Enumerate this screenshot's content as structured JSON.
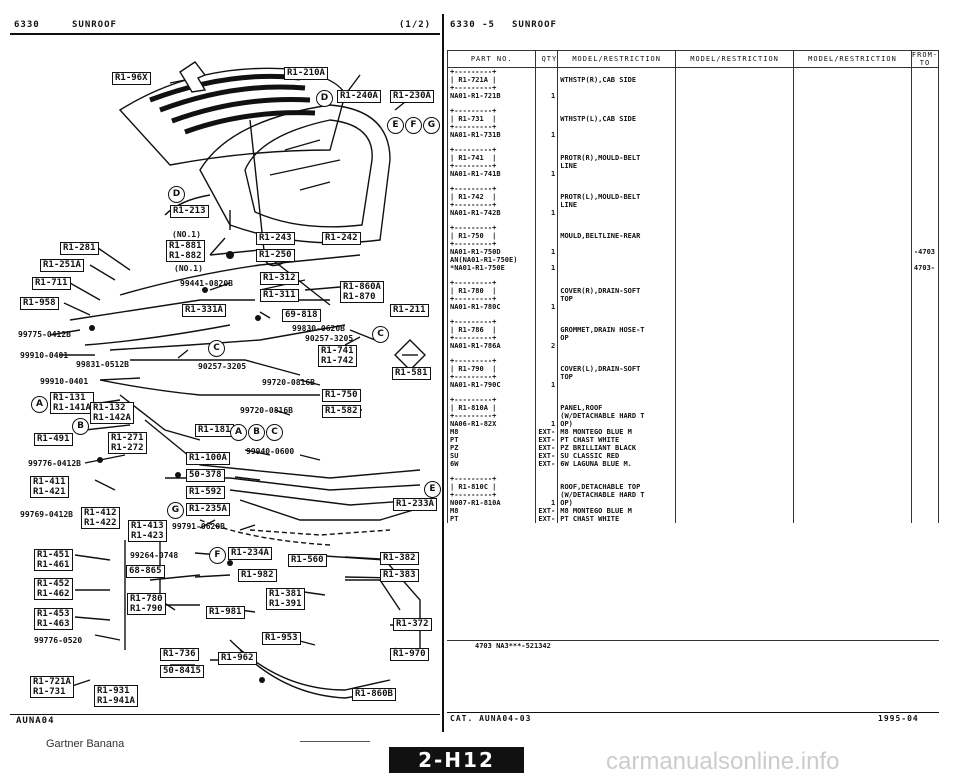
{
  "left_header": {
    "code": "6330",
    "title": "SUNROOF",
    "page": "(1/2)"
  },
  "right_header": {
    "code": "6330 -5",
    "title": "SUNROOF"
  },
  "left_footer": "AUNA04",
  "right_footer_left": "CAT. AUNA04-03",
  "right_footer_right": "1995-04",
  "watermark_left": "Gartner Banana",
  "page_badge": "2-H12",
  "watermark_right": "carmanualsonline.info",
  "callouts": {
    "r96x": "R1-96X",
    "r210a": "R1-210A",
    "r240a": "R1-240A",
    "r230a": "R1-230A",
    "r213": "R1-213",
    "r243": "R1-243",
    "r242": "R1-242",
    "r250": "R1-250",
    "r281": "R1-281",
    "r251a": "R1-251A",
    "r711": "R1-711",
    "r958": "R1-958",
    "r881": "R1-881\nR1-882",
    "r312": "R1-312",
    "r311": "R1-311",
    "r860a": "R1-860A\nR1-870",
    "r69818": "69-818",
    "r331a": "R1-331A",
    "r211": "R1-211",
    "r741": "R1-741\nR1-742",
    "r581": "R1-581",
    "r131": "R1-131\nR1-141A",
    "r132": "R1-132\nR1-142A",
    "r750": "R1-750",
    "r582": "R1-582",
    "r181": "R1-181",
    "r491": "R1-491",
    "r271": "R1-271\nR1-272",
    "r100a": "R1-100A",
    "r50378": "50-378",
    "r592": "R1-592",
    "r411": "R1-411\nR1-421",
    "r235a": "R1-235A",
    "r233a": "R1-233A",
    "r412": "R1-412\nR1-422",
    "r413": "R1-413\nR1-423",
    "r451": "R1-451\nR1-461",
    "r234a": "R1-234A",
    "r560": "R1-560",
    "r382": "R1-382",
    "r68865": "68-865",
    "r982": "R1-982",
    "r383": "R1-383",
    "r452": "R1-452\nR1-462",
    "r780": "R1-780\nR1-790",
    "r381": "R1-381\nR1-391",
    "r453": "R1-453\nR1-463",
    "r981": "R1-981",
    "r372": "R1-372",
    "r953": "R1-953",
    "r736": "R1-736",
    "r50415": "50-8415",
    "r962": "R1-962",
    "r970": "R1-970",
    "r721a": "R1-721A\nR1-731",
    "r931": "R1-931\nR1-941A",
    "r860b": "R1-860B"
  },
  "part_numbers": {
    "p99441": "99441-0820B",
    "p99775": "99775-0412B",
    "p99910a": "99910-0401",
    "p99831": "99831-0512B",
    "p99830": "99830-0620B",
    "p90257a": "90257-3205",
    "p90257b": "90257-3205",
    "p99910b": "99910-0401",
    "p99720a": "99720-0816B",
    "p99720b": "99720-0816B",
    "p99776": "99776-0412B",
    "p99940": "99940-0600",
    "p99769": "99769-0412B",
    "p99791": "99791-0620B",
    "p99264": "99264-0748",
    "p99776b": "99776-0520",
    "no1a": "(NO.1)",
    "no1b": "(NO.1)"
  },
  "circle_labels": {
    "A": "A",
    "B": "B",
    "C": "C",
    "D": "D",
    "E": "E",
    "F": "F",
    "G": "G"
  },
  "table": {
    "headers": [
      "PART NO.",
      "QTY",
      "MODEL/RESTRICTION",
      "MODEL/RESTRICTION",
      "MODEL/RESTRICTION",
      "FROM-TO"
    ],
    "rows": [
      {
        "part": "+---------+\n| R1-721A |\n+---------+\nNA01-R1-721B",
        "qty": "\n\n\n1",
        "desc": "\nWTHSTP(R),CAB SIDE",
        "from": ""
      },
      {
        "part": "+---------+\n| R1-731  |\n+---------+\nNA01-R1-731B",
        "qty": "\n\n\n1",
        "desc": "\nWTHSTP(L),CAB SIDE",
        "from": ""
      },
      {
        "part": "+---------+\n| R1-741  |\n+---------+\nNA01-R1-741B",
        "qty": "\n\n\n1",
        "desc": "\nPROTR(R),MOULD-BELT\nLINE",
        "from": ""
      },
      {
        "part": "+---------+\n| R1-742  |\n+---------+\nNA01-R1-742B",
        "qty": "\n\n\n1",
        "desc": "\nPROTR(L),MOULD-BELT\nLINE",
        "from": ""
      },
      {
        "part": "+---------+\n| R1-750  |\n+---------+\nNA01-R1-750D\nAN(NA01-R1-750E)",
        "qty": "\n\n\n1",
        "desc": "\nMOULD,BELTLINE-REAR",
        "from": "\n\n\n-4703"
      },
      {
        "part": "*NA01-R1-750E",
        "qty": "1",
        "desc": "",
        "from": "4703-"
      },
      {
        "part": "+---------+\n| R1-780  |\n+---------+\nNA01-R1-780C",
        "qty": "\n\n\n1",
        "desc": "\nCOVER(R),DRAIN-SOFT\nTOP",
        "from": ""
      },
      {
        "part": "+---------+\n| R1-786  |\n+---------+\nNA01-R1-786A",
        "qty": "\n\n\n2",
        "desc": "\nGROMMET,DRAIN HOSE-T\nOP",
        "from": ""
      },
      {
        "part": "+---------+\n| R1-790  |\n+---------+\nNA01-R1-790C",
        "qty": "\n\n\n1",
        "desc": "\nCOVER(L),DRAIN-SOFT\nTOP",
        "from": ""
      },
      {
        "part": "+---------+\n| R1-810A |\n+---------+\nNA06-R1-82X",
        "qty": "\n\n\n1",
        "desc": "\nPANEL,ROOF\n(W/DETACHABLE HARD T\nOP)",
        "from": ""
      },
      {
        "part": "M8",
        "qty": "EXT-",
        "desc": "M8 MONTEGO BLUE M",
        "from": ""
      },
      {
        "part": "PT",
        "qty": "EXT-",
        "desc": "PT CHAST WHITE",
        "from": ""
      },
      {
        "part": "PZ",
        "qty": "EXT-",
        "desc": "PZ BRILLIANT BLACK",
        "from": ""
      },
      {
        "part": "SU",
        "qty": "EXT-",
        "desc": "SU CLASSIC RED",
        "from": ""
      },
      {
        "part": "6W",
        "qty": "EXT-",
        "desc": "6W LAGUNA BLUE M.",
        "from": ""
      },
      {
        "part": "+---------+\n| R1-810C |\n+---------+\nN007-R1-810A",
        "qty": "\n\n\n1",
        "desc": "\nROOF,DETACHABLE TOP\n(W/DETACHABLE HARD T\nOP)",
        "from": ""
      },
      {
        "part": "M8",
        "qty": "EXT-",
        "desc": "M8 MONTEGO BLUE M",
        "from": ""
      },
      {
        "part": "PT",
        "qty": "EXT-",
        "desc": "PT CHAST WHITE",
        "from": ""
      }
    ],
    "note": "4703 NA3***-521342"
  }
}
